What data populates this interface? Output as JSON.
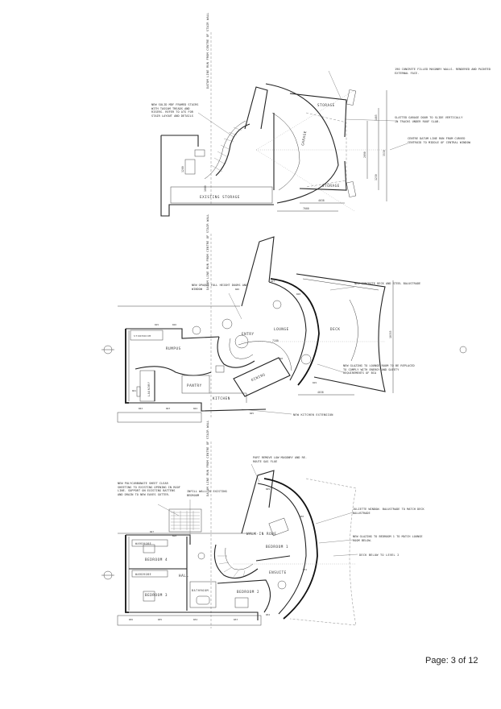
{
  "page": {
    "number_text": "Page: 3 of 12"
  },
  "level1": {
    "datum": "DATUM LINE RUN FROM CENTRE OF STAIR WALL",
    "notes": {
      "concrete": "190 CONCRETE FILLED MASONRY WALLS. RENDERED AND PAINTED EXTERNAL FACE.",
      "stairs": "NEW SOLID MDF FRAMED STAIRS WITH TASSAM TREADS AND RISERS. REFER TO ATS FOR STAIR LAYOUT AND DETAILS",
      "garage_door": "SLATTED GARAGE DOOR TO SLIDE VERTICALLY IN TRACKS UNDER ROOF SLAB.",
      "centre_datum": "CENTRE DATUM LINE RUN FROM CURVED CENTROID TO MIDDLE OF CENTRAL WINDOW"
    },
    "rooms": {
      "storage_top": "STORAGE",
      "garage": "GARAGE",
      "storage_bottom": "STORAGE",
      "existing": "EXISTING STORAGE"
    },
    "dims": {
      "d1": "1200",
      "d2": "1465",
      "d3": "3530",
      "d4": "4038",
      "d5": "7000",
      "d6": "1000",
      "d7": "1250",
      "d8": "2090"
    }
  },
  "level2": {
    "datum": "DATUM LINE RUN FROM CENTRE OF STAIR WALL",
    "notes": {
      "glass_doors": "NEW OPAQUE FULL HEIGHT DOORS AND WINDOW",
      "deck": "NEW CONCRETE DECK AND STEEL BALUSTRADE",
      "glazing": "NEW GLAZING TO LOUNGE ROOM TO BE REPLACED TO COMPLY WITH ENERGY AND SAFETY REQUIREMENTS OF BCA",
      "kitchen_ext": "NEW KITCHEN EXTENSION"
    },
    "rooms": {
      "storeroom": "STOREROOM",
      "rumpus": "RUMPUS",
      "entry": "ENTRY",
      "lounge": "LOUNGE",
      "deck": "DECK",
      "dining": "DINING",
      "laundry": "LAUNDRY",
      "pantry": "PANTRY",
      "kitchen": "KITCHEN"
    },
    "dims": {
      "d1": "4038",
      "d2": "10355",
      "d3": "7180"
    },
    "tags": {
      "w15": "W15",
      "w16": "W16",
      "w17": "W17",
      "w18": "W18",
      "w19": "W19",
      "w20": "W20",
      "w21": "W21",
      "w22": "W22",
      "w23": "W23",
      "w24": "W24",
      "w25": "W25",
      "w26": "W26"
    }
  },
  "level3": {
    "datum": "DATUM LINE RUN FROM CENTRE OF STAIR WALL",
    "notes": {
      "polycarb": "NEW POLYCARBONATE SHEET CLEAR SHEETING TO EXISTING OPENING IN ROOF LINE. SUPPORT ON EXISTING BATTENS AND DRAIN TO NEW EAVES GUTTER.",
      "infill": "INFILL WALL TO EXISTING BEDROOM",
      "remove": "PART REMOVE LOW MASONRY AND RE-ROUTE GAS FLUE",
      "juliette": "JULIETTE WINDOW. BALUSTRADE TO MATCH DECK BALUSTRADE",
      "new_glazing": "NEW GLAZING TO BEDROOM 1 TO MATCH LOUNGE ROOM BELOW.",
      "deck_below": "DECK BELOW TO LEVEL 2"
    },
    "rooms": {
      "bedroom4": "BEDROOM 4",
      "wardrobe1": "WARDROBE",
      "wardrobe2": "WARDROBE",
      "bedroom3": "BEDROOM 3",
      "hall": "HALL",
      "bathroom": "BATHROOM",
      "bedroom2": "BEDROOM 2",
      "walkin": "WALK-IN ROBE",
      "bedroom1": "BEDROOM 1",
      "ensuite": "ENSUITE"
    },
    "tags": {
      "w27": "W27",
      "w28": "W28",
      "w29": "W29",
      "w30": "W30",
      "w31": "W31",
      "w32": "W32",
      "w33": "W33",
      "w34": "W34",
      "w35": "W35",
      "w36": "W36"
    }
  }
}
